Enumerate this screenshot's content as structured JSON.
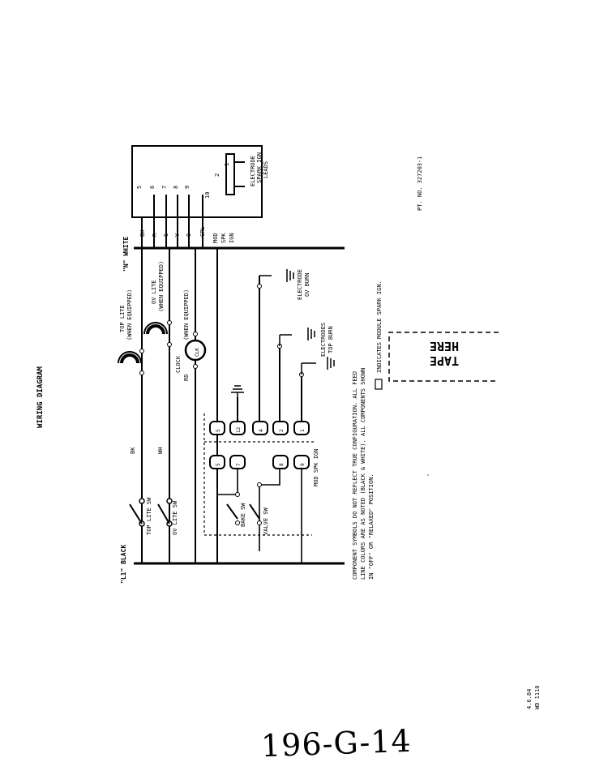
{
  "title": "WIRING DIAGRAM",
  "lines": {
    "l1": "\"L1\" BLACK",
    "n": "\"N\" WHITE"
  },
  "wire_labels": {
    "bk": "BK",
    "wh": "WH",
    "rd": "RD"
  },
  "components": {
    "top_lite": "TOP LITE",
    "top_lite_note": "(WHEN EQUIPPED)",
    "ov_lite": "OV LITE",
    "ov_lite_note": "(WHEN EQUIPPED)",
    "clock_label": "CLOCK",
    "clock_note": "(WHEN EQUIPPED)",
    "clock_mark": "CLK",
    "top_lite_sw": "TOP LITE SW",
    "ov_lite_sw": "OV LITE SW",
    "bake_sw": "BAKE SW",
    "valve_sw": "VALVE SW",
    "module_top": "MOD",
    "module_mid": "SPK",
    "module_bot": "IGN",
    "electrode_ov": [
      "ELECTRODE",
      "OV BURN"
    ],
    "electrodes_top": [
      "ELECTRODES",
      "TOP BURN"
    ],
    "electrode_leads": [
      "ELECTRODE",
      "SPARK IGN",
      "LEADS"
    ],
    "mod_spk_ign": "MOD SPK IGN"
  },
  "terminals": {
    "top_row": [
      "5",
      "12",
      "4",
      "2",
      "1"
    ],
    "bottom_row": [
      "5",
      "7",
      "8",
      "9"
    ],
    "block_numbers": [
      "5",
      "6",
      "7",
      "8",
      "9",
      "10",
      "2",
      "1"
    ],
    "block_letters": [
      "BK",
      "R",
      "G",
      "Y",
      "O",
      "GRL"
    ]
  },
  "notes": [
    "COMPONENT SYMBOLS DO NOT REFLECT TRUE CONFIGURATION.  ALL FEED",
    "LINE COLORS ARE AS NOTED (BLACK & WHITE).  ALL COMPONENTS SHOWN",
    "IN \"OFF\" OR \"RELAXED\" POSITION.",
    "INDICATES MODULE SPARK IGN."
  ],
  "tape": {
    "line1": "TAPE",
    "line2": "HERE"
  },
  "part_no": "PT. NO. 327203-1",
  "date": "4.6.84",
  "wd": "WD 1110",
  "handwritten": "196-G-14"
}
